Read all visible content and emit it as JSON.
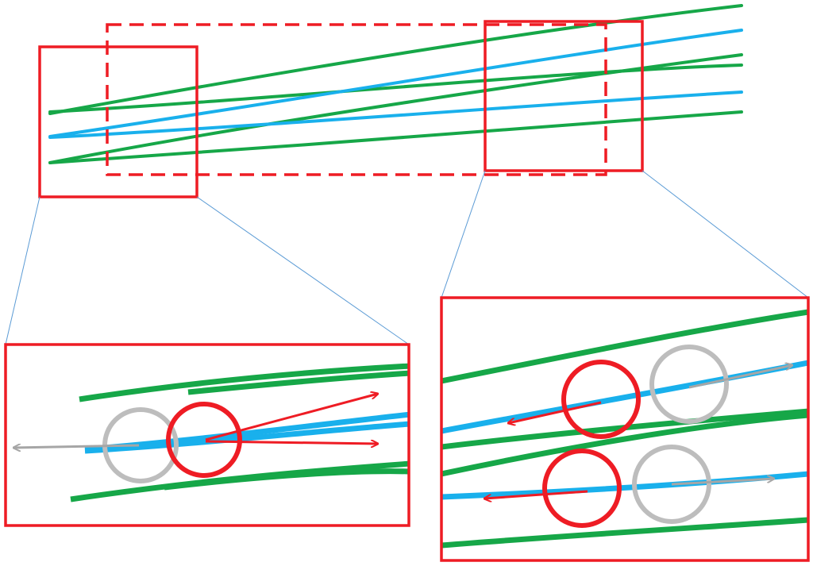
{
  "colors": {
    "background": "#ffffff",
    "frame_red": "#ee1c24",
    "track_green": "#16a748",
    "path_blue": "#19b0ec",
    "marker_gray": "#bdbdbd",
    "arrow_gray": "#a6a6a6",
    "leader_blue": "#5b9bd5"
  },
  "diagram": {
    "overview_region": "dashed-rectangle",
    "zoom_regions": [
      "left-branch-zoom",
      "right-branch-zoom"
    ],
    "left_zoom": {
      "red_markers": 1,
      "gray_markers": 1,
      "red_arrows": 2,
      "gray_arrows": 1
    },
    "right_zoom": {
      "red_markers": 2,
      "gray_markers": 2,
      "red_arrows": 2,
      "gray_arrows": 2
    }
  }
}
